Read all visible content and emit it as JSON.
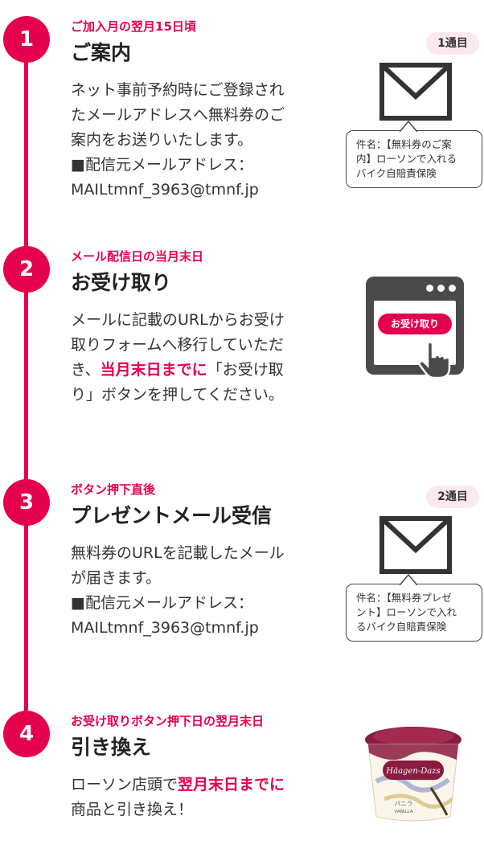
{
  "steps": [
    {
      "number": "1",
      "subtitle": "ご加入月の翌月15日頃",
      "title": "ご案内",
      "desc_lines": [
        "ネット事前予約時にご登録され",
        "たメールアドレスへ無料券のご",
        "案内をお送りいたします。",
        "■配信元メールアドレス：",
        "MAILtmnf_3963@tmnf.jp"
      ],
      "mail_badge": "1通目",
      "bubble_lines": [
        "件名：【無料券のご案",
        "内】ローソンで入れる",
        "バイク自賠責保険"
      ]
    },
    {
      "number": "2",
      "subtitle": "メール配信日の当月末日",
      "title": "お受け取り",
      "desc_parts": {
        "line1": "メールに記載のURLからお受け",
        "line2": "取りフォームへ移行していただ",
        "line3_pre": "き、",
        "line3_hl": "当月末日までに",
        "line3_post": "「お受け取",
        "line4": "り」ボタンを押してください。"
      },
      "button_label": "お受け取り"
    },
    {
      "number": "3",
      "subtitle": "ボタン押下直後",
      "title": "プレゼントメール受信",
      "desc_lines": [
        "無料券のURLを記載したメール",
        "が届きます。",
        "■配信元メールアドレス：",
        "MAILtmnf_3963@tmnf.jp"
      ],
      "mail_badge": "2通目",
      "bubble_lines": [
        "件名：【無料券プレゼ",
        "ント】ローソンで入れ",
        "るバイク自賠責保険"
      ]
    },
    {
      "number": "4",
      "subtitle": "お受け取りボタン押下日の翌月末日",
      "title": "引き換え",
      "desc_parts": {
        "line1_pre": "ローソン店頭で",
        "line1_hl": "翌月末日までに",
        "line2": "商品と引き換え！"
      },
      "product": {
        "brand": "Häagen-Dazs",
        "flavor_jp": "バニラ",
        "flavor_en": "VANILLA"
      }
    }
  ],
  "colors": {
    "accent": "#e5004f",
    "badge_bg": "#fce9ef",
    "text": "#333333",
    "icon_dark": "#4a4a4a",
    "cup_maroon": "#8a1a3f"
  },
  "icons": [
    "envelope-icon",
    "tablet-icon",
    "pointing-hand-icon",
    "ice-cream-cup-image"
  ]
}
